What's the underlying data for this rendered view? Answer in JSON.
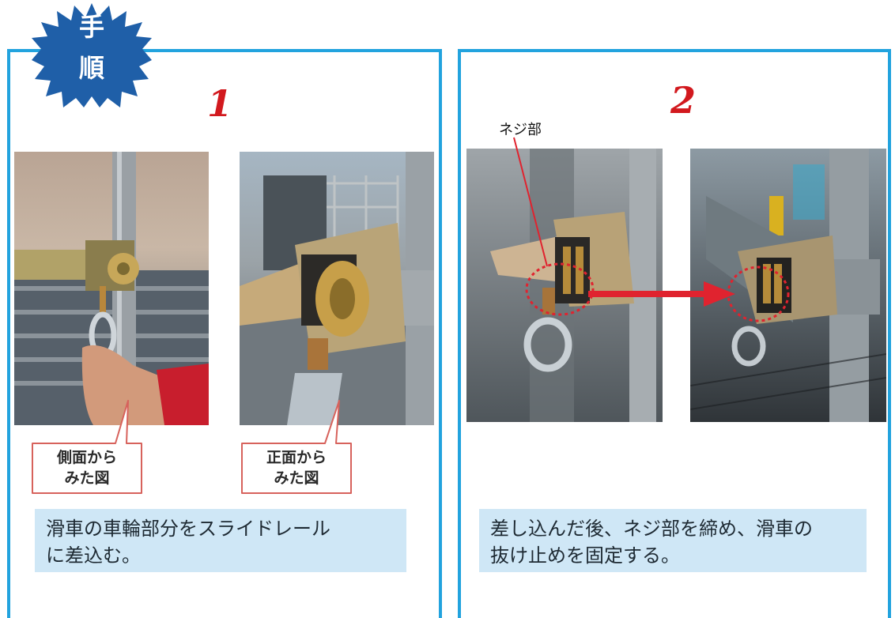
{
  "badge": {
    "line1": "手",
    "line2": "順"
  },
  "step1": {
    "number": "1",
    "callout_side": {
      "line1": "側面から",
      "line2": "みた図"
    },
    "callout_front": {
      "line1": "正面から",
      "line2": "みた図"
    },
    "caption": {
      "line1": "滑車の車輪部分をスライドレール",
      "line2": "に差込む。"
    }
  },
  "step2": {
    "number": "2",
    "screw_label": "ネジ部",
    "caption": {
      "line1": "差し込んだ後、ネジ部を締め、滑車の",
      "line2": "抜け止めを固定する。"
    }
  },
  "colors": {
    "border": "#22a3de",
    "accent_red": "#d2191e",
    "badge_blue": "#1f5fa8",
    "caption_bg": "#cfe7f6"
  }
}
